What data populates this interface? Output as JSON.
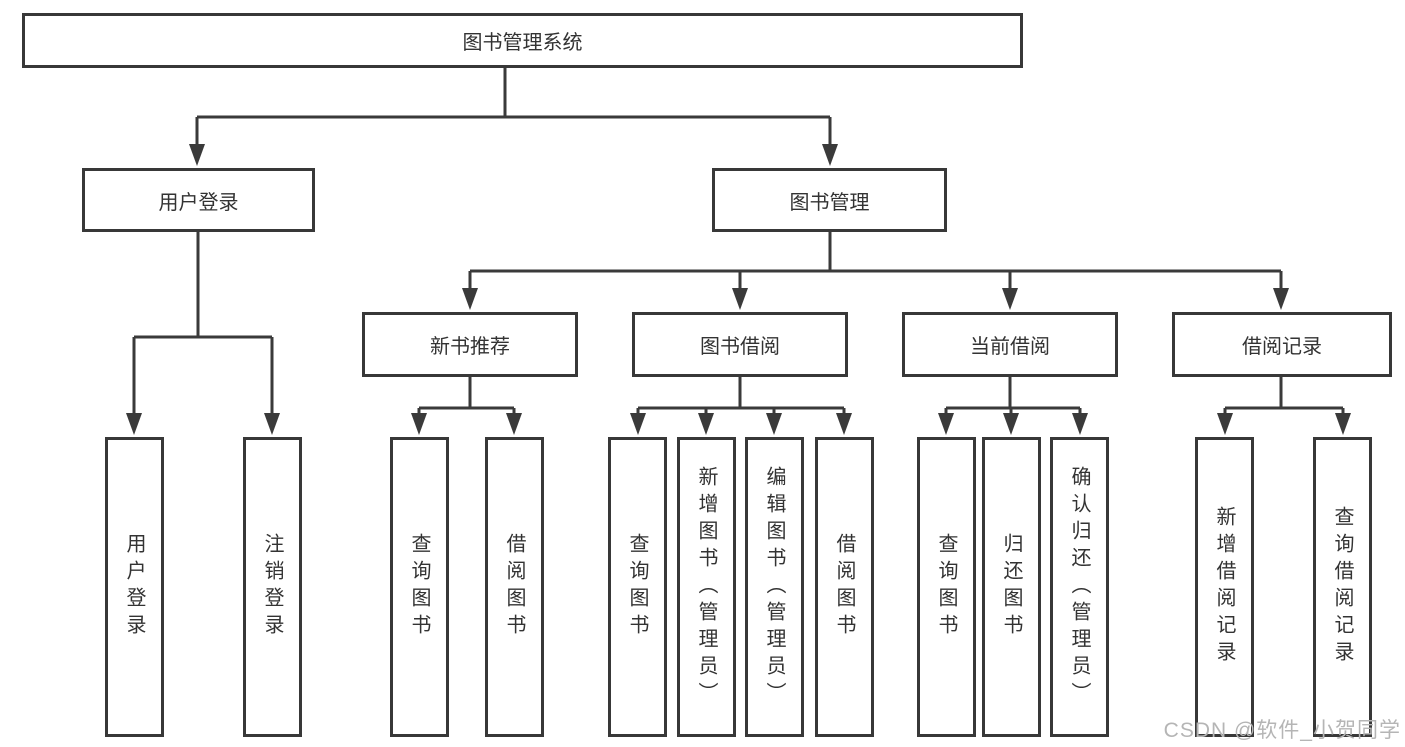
{
  "tree": {
    "root": {
      "label": "图书管理系统",
      "children": [
        {
          "label": "用户登录",
          "children": [
            {
              "label": "用户登录"
            },
            {
              "label": "注销登录"
            }
          ]
        },
        {
          "label": "图书管理",
          "children": [
            {
              "label": "新书推荐",
              "children": [
                {
                  "label": "查询图书"
                },
                {
                  "label": "借阅图书"
                }
              ]
            },
            {
              "label": "图书借阅",
              "children": [
                {
                  "label": "查询图书"
                },
                {
                  "label": "新增图书（管理员）"
                },
                {
                  "label": "编辑图书（管理员）"
                },
                {
                  "label": "借阅图书"
                }
              ]
            },
            {
              "label": "当前借阅",
              "children": [
                {
                  "label": "查询图书"
                },
                {
                  "label": "归还图书"
                },
                {
                  "label": "确认归还（管理员）"
                }
              ]
            },
            {
              "label": "借阅记录",
              "children": [
                {
                  "label": "新增借阅记录"
                },
                {
                  "label": "查询借阅记录"
                }
              ]
            }
          ]
        }
      ]
    }
  },
  "watermark": "CSDN @软件_小贺同学",
  "colors": {
    "line": "#3a3a3a",
    "box_border": "#383838",
    "text": "#333333",
    "watermark": "#b5b5b5",
    "background": "#ffffff"
  }
}
